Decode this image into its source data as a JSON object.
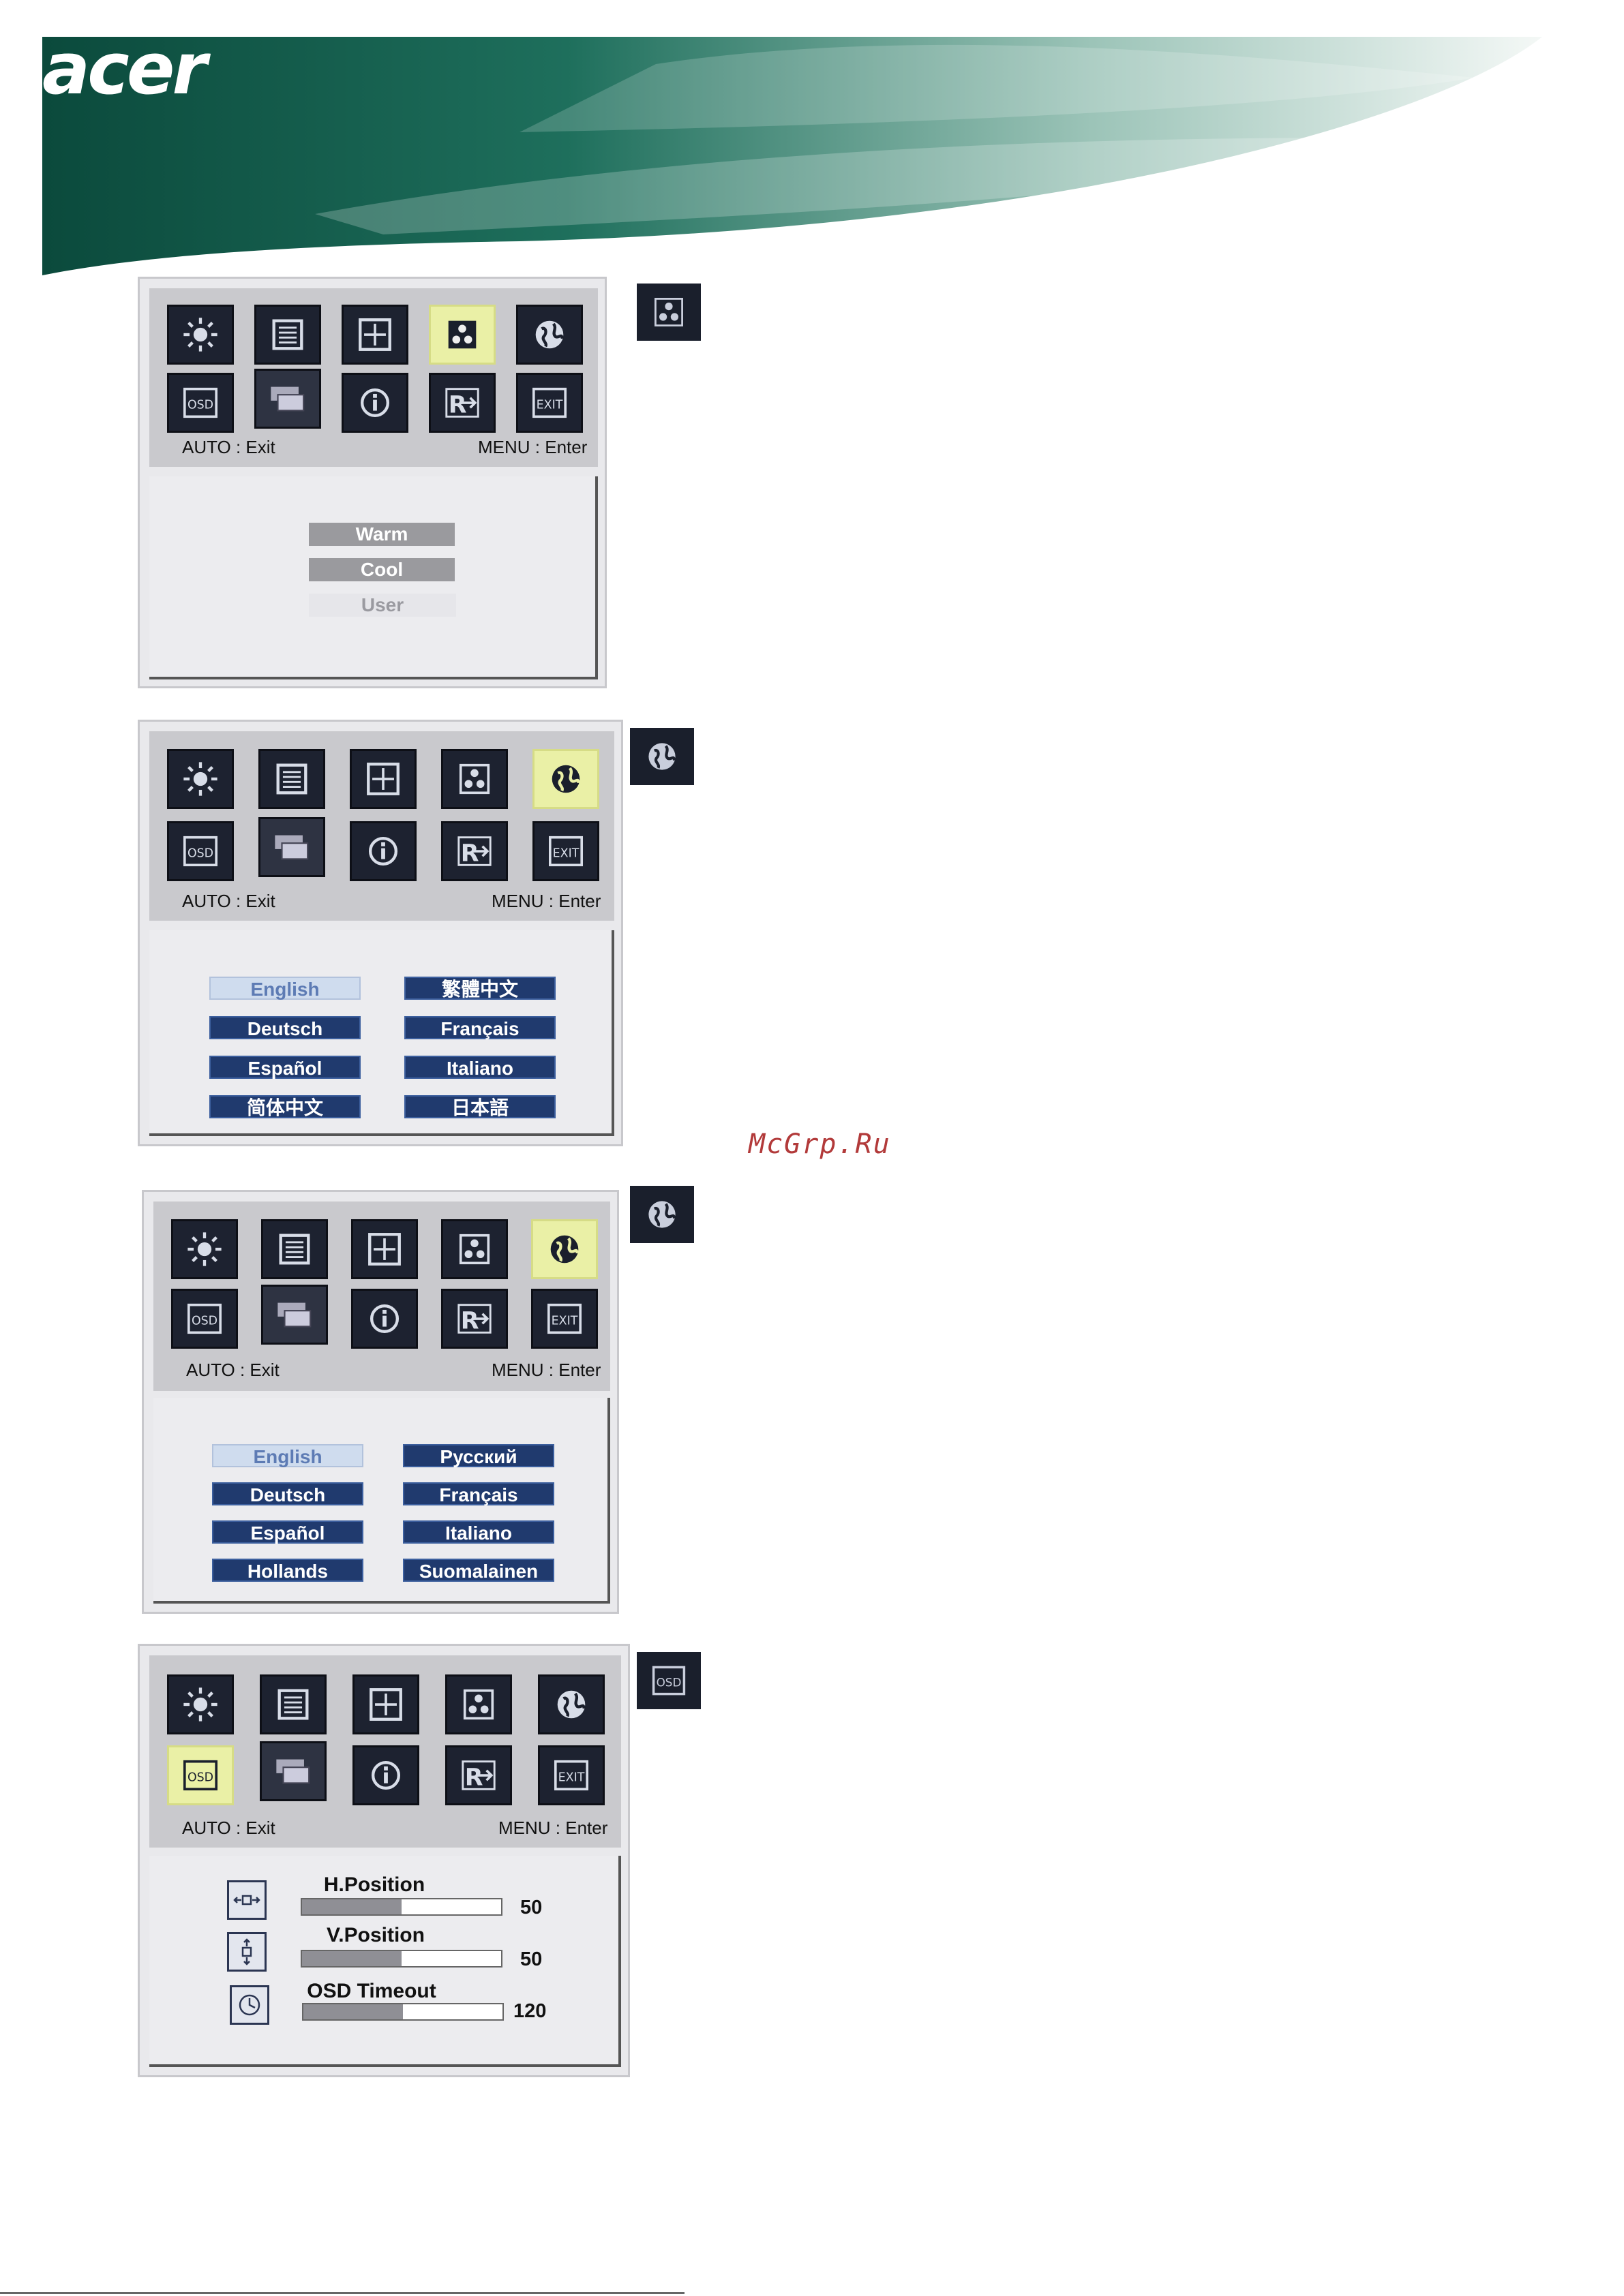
{
  "brand": {
    "logo_text": "acer",
    "colors": {
      "green": "#0e5a48",
      "panel": "#e9e9ec"
    }
  },
  "osd_nav": {
    "exit_label": "AUTO : Exit",
    "enter_label": "MENU : Enter"
  },
  "icons": [
    "brightness-icon",
    "picture-icon",
    "position-icon",
    "color-icon",
    "language-icon",
    "osd-icon",
    "input-icon",
    "info-icon",
    "reset-icon",
    "exit-icon"
  ],
  "panel1": {
    "selected_icon": "color-icon",
    "options": [
      "Warm",
      "Cool",
      "User"
    ]
  },
  "panel2": {
    "selected_icon": "language-icon",
    "options_left": [
      "English",
      "Deutsch",
      "Español",
      "简体中文"
    ],
    "options_right": [
      "繁體中文",
      "Français",
      "Italiano",
      "日本語"
    ]
  },
  "panel3": {
    "selected_icon": "language-icon",
    "options_left": [
      "English",
      "Deutsch",
      "Español",
      "Hollands"
    ],
    "options_right": [
      "Русский",
      "Français",
      "Italiano",
      "Suomalainen"
    ]
  },
  "panel4": {
    "selected_icon": "osd-icon",
    "settings": [
      {
        "label": "H.Position",
        "value": 50,
        "display": "50",
        "level": 0.5
      },
      {
        "label": "V.Position",
        "value": 50,
        "display": "50",
        "level": 0.5
      },
      {
        "label": "OSD Timeout",
        "value": 120,
        "display": "120",
        "level": 0.5
      }
    ]
  },
  "watermark": "McGrp.Ru"
}
